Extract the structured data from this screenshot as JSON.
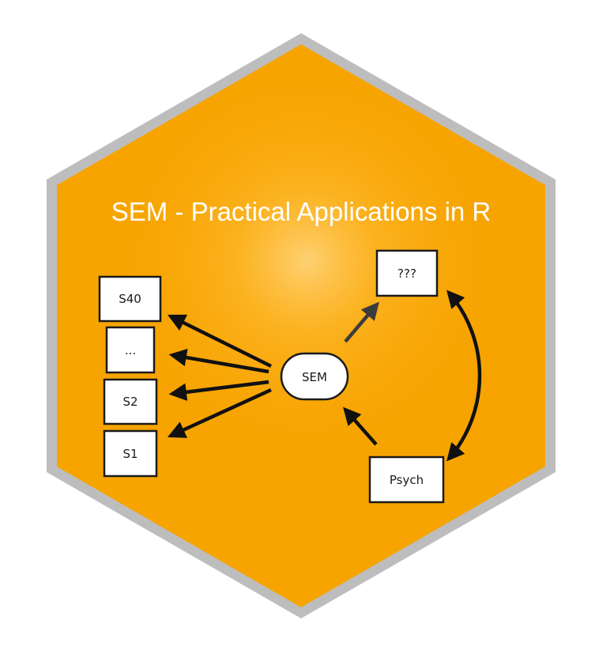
{
  "title": "SEM - Practical Applications in R",
  "colors": {
    "hex_fill": "#f7a400",
    "hex_border": "#bdbdbd",
    "glow": "#ffd37a",
    "node_fill": "#ffffff",
    "arrow_dark": "#111111",
    "arrow_gray": "#3c3c3c"
  },
  "nodes": {
    "s40": "S40",
    "ellipsis": "...",
    "s2": "S2",
    "s1": "S1",
    "sem": "SEM",
    "unknown": "???",
    "psych": "Psych"
  }
}
